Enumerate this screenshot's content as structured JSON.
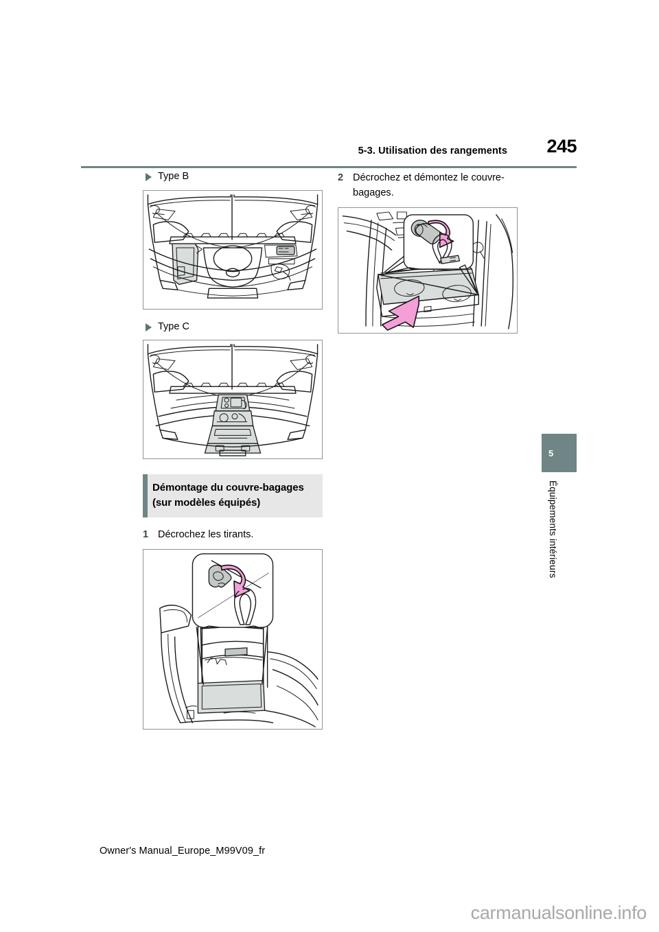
{
  "page": {
    "number": "245",
    "section_title": "5-3. Utilisation des rangements",
    "footer": "Owner's Manual_Europe_M99V09_fr",
    "watermark": "carmanualsonline.info",
    "accent_color": "#6f8586",
    "header_rule_color": "#6f8586"
  },
  "chapter_tab": {
    "number": "5",
    "label": "Équipements intérieurs",
    "background": "#6f8586",
    "text_color": "#ffffff"
  },
  "left_column": {
    "heading_b": {
      "icon": "triangle-right-icon",
      "label": "Type B"
    },
    "figure_b": {
      "name": "trunk-cargo-area-type-b-illustration",
      "alt": "Vue de dessus du coffre, type B"
    },
    "heading_c": {
      "icon": "triangle-right-icon",
      "label": "Type C"
    },
    "figure_c": {
      "name": "trunk-cargo-area-type-c-illustration",
      "alt": "Vue de dessus du coffre, type C"
    },
    "section_box": {
      "line1": "Démontage du couvre-bagages",
      "line2": "(sur modèles équipés)",
      "bar_color": "#6f8586",
      "background": "#e7e7e7"
    },
    "step1": {
      "number": "1",
      "text": "Décrochez les tirants."
    },
    "figure_step1": {
      "name": "unhook-straps-illustration",
      "alt": "Décrochage des tirants du couvre-bagages"
    }
  },
  "right_column": {
    "step2": {
      "number": "2",
      "text": "Décrochez et démontez le couvre-bagages."
    },
    "figure_step2": {
      "name": "remove-tonneau-cover-illustration",
      "alt": "Démontage du couvre-bagages"
    }
  }
}
